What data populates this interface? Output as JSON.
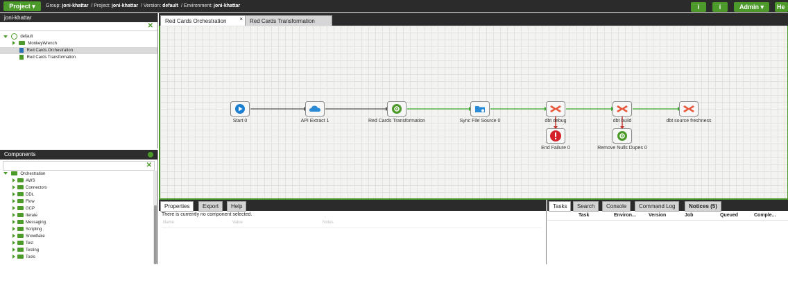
{
  "topbar": {
    "project_menu": "Project ▾",
    "breadcrumb": {
      "group_label": "Group:",
      "group": "joni-khattar",
      "project_label": "Project:",
      "project": "joni-khattar",
      "version_label": "Version:",
      "version": "default",
      "environment_label": "Environment:",
      "environment": "joni-khattar"
    },
    "info_button_1": "i",
    "info_button_2": "i",
    "admin_menu": "Admin ▾",
    "help_menu": "He"
  },
  "project_tree": {
    "title": "joni-khattar",
    "close_label": "✕",
    "root": "default",
    "items": [
      {
        "label": "MonkeyWrench",
        "type": "folder"
      },
      {
        "label": "Red Cards Orchestration",
        "type": "orchestration",
        "selected": true
      },
      {
        "label": "Red Cards Transformation",
        "type": "transformation"
      }
    ]
  },
  "components": {
    "title": "Components",
    "close_label": "✕",
    "root": "Orchestration",
    "items": [
      "AWS",
      "Connectors",
      "DDL",
      "Flow",
      "GCP",
      "Iterate",
      "Messaging",
      "Scripting",
      "Snowflake",
      "Test",
      "Testing",
      "Tools"
    ]
  },
  "editor_tabs": [
    {
      "label": "Red Cards Orchestration",
      "close": "×",
      "active": true
    },
    {
      "label": "Red Cards Transformation",
      "active": false
    }
  ],
  "canvas": {
    "nodes": [
      {
        "id": "start",
        "label": "Start 0",
        "icon": "play-icon"
      },
      {
        "id": "api",
        "label": "API Extract 1",
        "icon": "cloud-icon"
      },
      {
        "id": "transform",
        "label": "Red Cards Transformation",
        "icon": "gear-icon"
      },
      {
        "id": "sync",
        "label": "Sync File Source 0",
        "icon": "folder-icon"
      },
      {
        "id": "debug",
        "label": "dbt debug",
        "icon": "dbt-icon"
      },
      {
        "id": "build",
        "label": "dbt build",
        "icon": "dbt-icon"
      },
      {
        "id": "fresh",
        "label": "dbt source freshness",
        "icon": "dbt-icon"
      },
      {
        "id": "fail",
        "label": "End Failure 0",
        "icon": "alert-icon"
      },
      {
        "id": "dupes",
        "label": "Remove Nulls Dupes 0",
        "icon": "gear-icon"
      }
    ],
    "colors": {
      "success": "#3aa62a",
      "unconditional": "#555555",
      "failure": "#c8281e"
    }
  },
  "properties_panel": {
    "tabs": [
      "Properties",
      "Export",
      "Help"
    ],
    "message": "There is currently no component selected.",
    "columns": [
      "Name",
      "Value",
      "Notes"
    ]
  },
  "tasks_panel": {
    "tabs": [
      "Tasks",
      "Search",
      "Console",
      "Command Log",
      "Notices (5)"
    ],
    "columns": [
      "Task",
      "Environ...",
      "Version",
      "Job",
      "Queued",
      "Comple..."
    ]
  }
}
